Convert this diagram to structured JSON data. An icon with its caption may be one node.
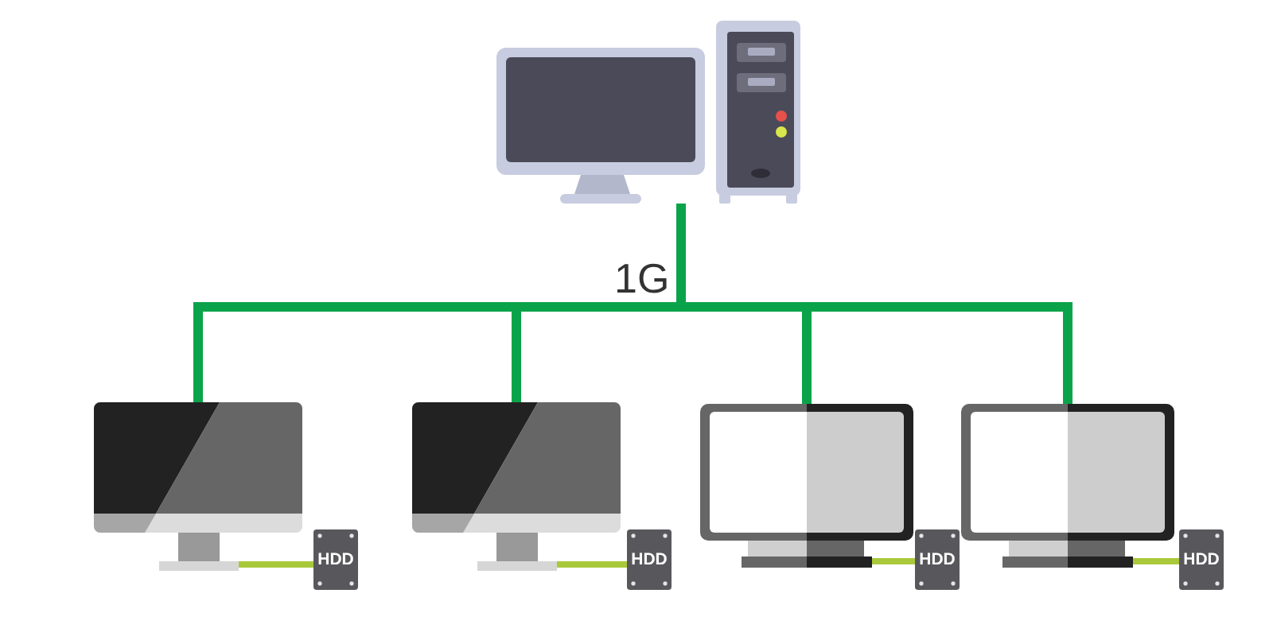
{
  "diagram": {
    "nodes": [
      {
        "text": [],
        "shape": "picture"
      },
      {
        "text": [],
        "shape": "picture"
      },
      {
        "text": [],
        "shape": "picture"
      },
      {
        "text": [],
        "shape": "picture"
      },
      {
        "text": [],
        "shape": "picture"
      },
      {
        "text": [
          "HDD"
        ]
      },
      {
        "text": [
          "HDD"
        ]
      },
      {
        "text": [
          "HDD"
        ]
      },
      {
        "text": [
          "HDD"
        ]
      }
    ],
    "edges": [
      {
        "from": 0,
        "to": 1,
        "arrow": "none",
        "color": "#0ba34a"
      },
      {
        "from": 0,
        "to": 2,
        "arrow": "none",
        "color": "#0ba34a"
      },
      {
        "from": 0,
        "to": 3,
        "arrow": "none",
        "color": "#0ba34a"
      },
      {
        "from": 0,
        "to": 4,
        "arrow": "none",
        "color": "#0ba34a"
      },
      {
        "from": 1,
        "to": 5,
        "arrow": "none",
        "color": "#a9c93b"
      },
      {
        "from": 2,
        "to": 6,
        "arrow": "none",
        "color": "#a9c93b"
      },
      {
        "from": 3,
        "to": 7,
        "arrow": "none",
        "color": "#a9c93b"
      },
      {
        "from": 4,
        "to": 8,
        "arrow": "none",
        "color": "#a9c93b"
      }
    ],
    "labels": [
      "1G"
    ]
  }
}
